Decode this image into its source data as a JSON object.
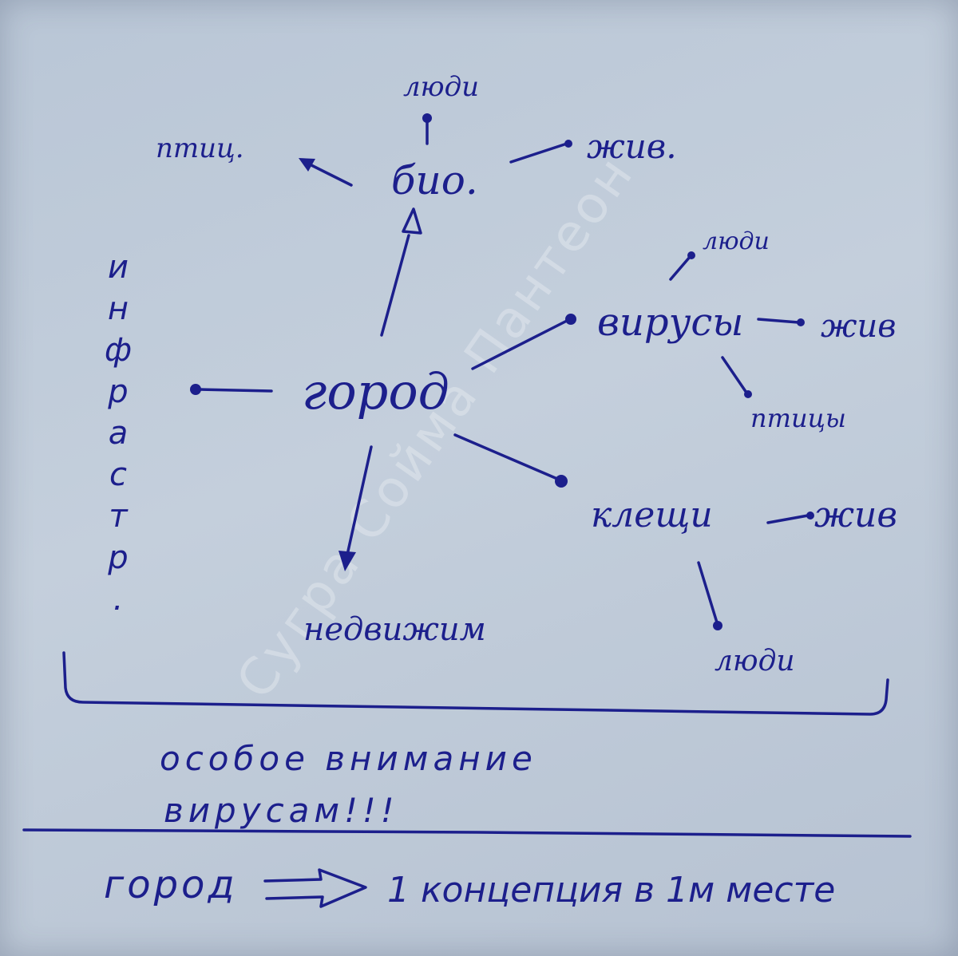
{
  "nodes": {
    "city": "город",
    "bio": "био.",
    "people_top": "люди",
    "birds_top": "птиц.",
    "animals_top": "жив.",
    "viruses": "вирусы",
    "people_vir": "люди",
    "animals_vir": "жив",
    "birds_vir": "птицы",
    "ticks": "клещи",
    "animals_ticks": "жив",
    "people_ticks": "люди",
    "realty": "недвижим",
    "infra_vertical": "инфрастр."
  },
  "notes": {
    "line1": "особое внимание",
    "line2": "вирусам!!!"
  },
  "footer": {
    "from": "город",
    "to": "1 концепция в 1м месте"
  },
  "watermark": "Сугра Сойма Пантеон",
  "colors": {
    "ink": "#1c1f8c",
    "paper": "#c1ccda"
  }
}
